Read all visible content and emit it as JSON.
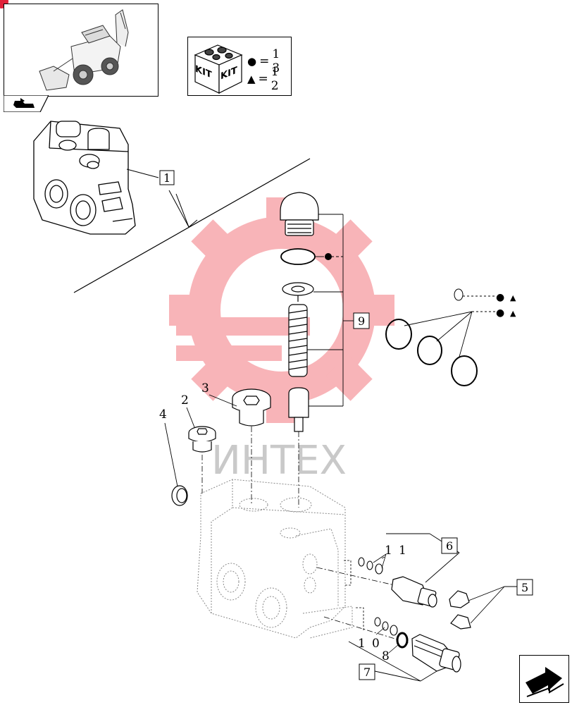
{
  "kit_legend": {
    "kit_label_left": "KIT",
    "kit_label_right": "KIT",
    "circle_symbol": "●",
    "circle_value": "1 3",
    "triangle_symbol": "▲",
    "triangle_value": "1 2",
    "equals": "="
  },
  "watermark": {
    "text": "ИНТЕХ"
  },
  "callouts": {
    "c1": "1",
    "c2": "2",
    "c3": "3",
    "c4": "4",
    "c5": "5",
    "c6": "6",
    "c7": "7",
    "c8": "8",
    "c9": "9",
    "c11_a": "1",
    "c11_b": "1",
    "c10_a": "1",
    "c10_b": "0"
  },
  "oring_legend": {
    "row1_circle": "●",
    "row1_triangle": "▲",
    "row2_circle": "●",
    "row2_triangle": "▲"
  },
  "seal_marker": "●",
  "colors": {
    "line": "#000000",
    "ghost": "#9a9a9a",
    "watermark": "#f05a63",
    "accent": "#e0223a"
  },
  "icons": {
    "thumbnail": "backhoe-loader-icon",
    "tab": "vehicle-arrow-icon",
    "kit": "kit-box-icon",
    "nav": "next-page-arrow-icon"
  }
}
